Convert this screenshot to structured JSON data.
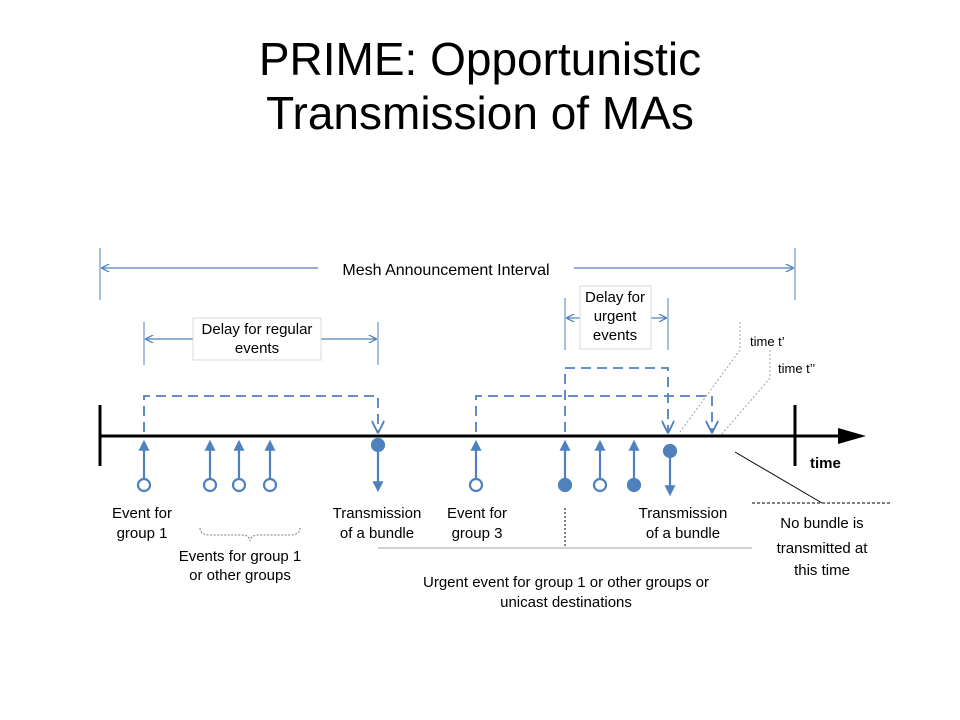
{
  "slide": {
    "title_line1": "PRIME: Opportunistic",
    "title_line2": "Transmission of MAs"
  },
  "labels": {
    "mesh_interval": "Mesh Announcement Interval",
    "regular_delay_1": "Delay for regular",
    "regular_delay_2": "events",
    "urgent_delay_1": "Delay for",
    "urgent_delay_2": "urgent",
    "urgent_delay_3": "events",
    "time_t1": "time t’",
    "time_t2": "time t’’",
    "time_axis": "time",
    "event_group1_1": "Event for",
    "event_group1_2": "group 1",
    "events_other_1": "Events for group 1",
    "events_other_2": "or other groups",
    "transmission1_1": "Transmission",
    "transmission1_2": "of a bundle",
    "event_group3_1": "Event for",
    "event_group3_2": "group 3",
    "transmission2_1": "Transmission",
    "transmission2_2": "of a bundle",
    "no_bundle_1": "No bundle is",
    "no_bundle_2": "transmitted at",
    "no_bundle_3": "this time",
    "urgent_event_1": "Urgent event for group 1 or other groups or",
    "urgent_event_2": "unicast destinations"
  },
  "colors": {
    "accent": "#4f81bd",
    "axis": "#000000",
    "text": "#000000",
    "leader": "#a0a0a0"
  }
}
